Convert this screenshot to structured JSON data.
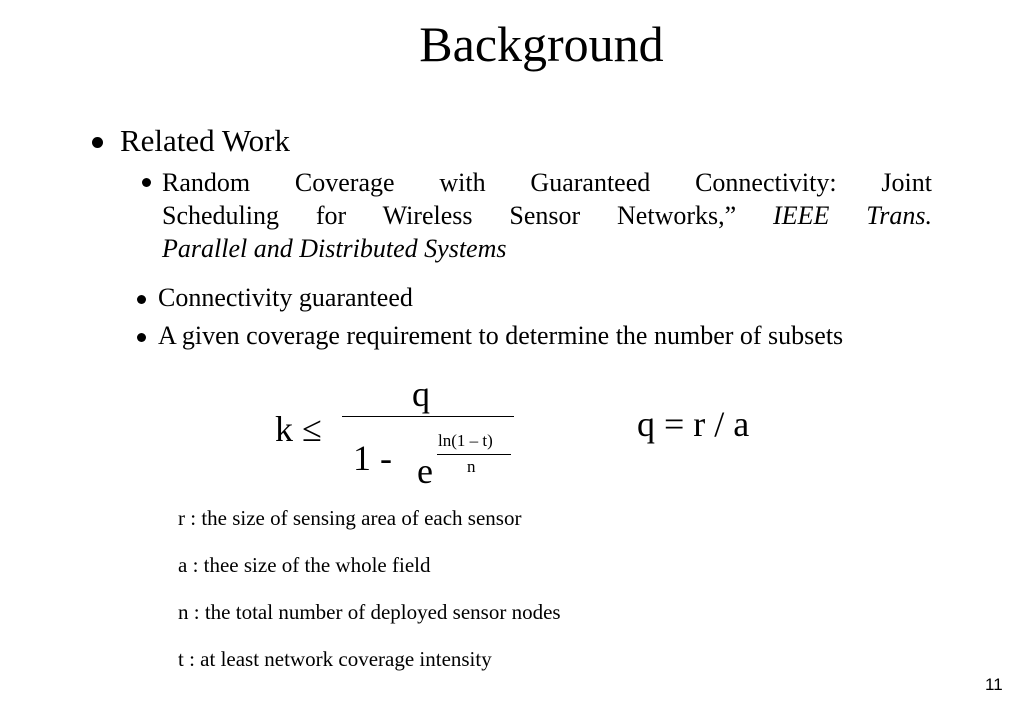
{
  "slide": {
    "title": "Background",
    "page_number": "11"
  },
  "related_work": {
    "heading": "Related Work",
    "paper": {
      "line1": "Random Coverage with Guaranteed Connectivity: Joint",
      "line2_plain": "Scheduling for Wireless Sensor Networks,” ",
      "line2_italic": "IEEE Trans.",
      "line3_italic": "Parallel and Distributed Systems"
    },
    "points": [
      "Connectivity guaranteed",
      "A given coverage requirement to determine the number of subsets"
    ]
  },
  "formula": {
    "lhs": "k ≤",
    "numerator": "q",
    "denom_prefix": "1 -",
    "base": "e",
    "exp_numerator": "ln(1 – t)",
    "exp_denominator": "n",
    "ratio": "q = r / a"
  },
  "definitions": [
    "r : the size of sensing area of each sensor",
    "a : thee size of the whole field",
    "n : the total number of deployed sensor nodes",
    "t : at least network coverage intensity"
  ]
}
